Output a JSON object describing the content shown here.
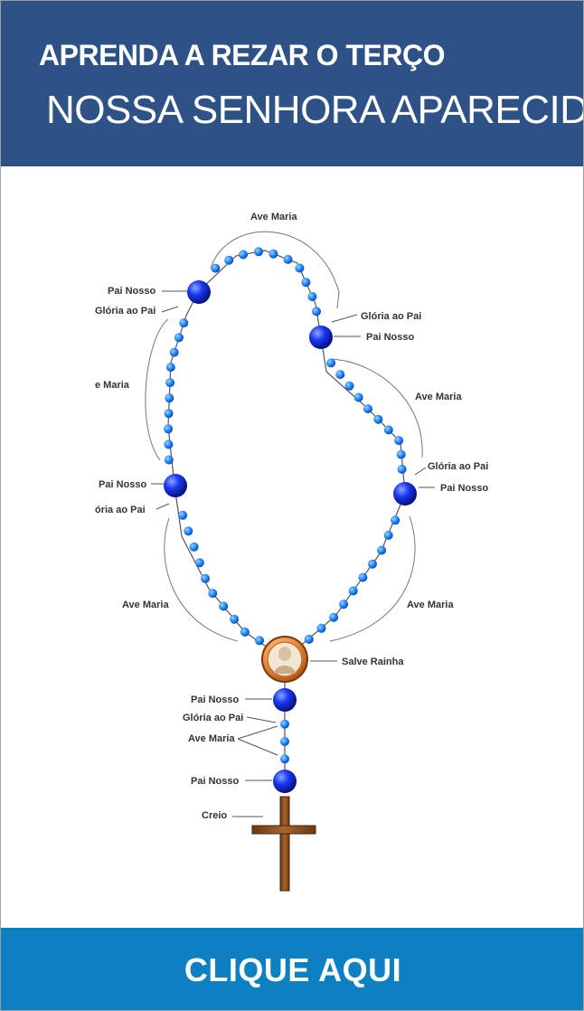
{
  "header": {
    "title_line1": "APRENDA A REZAR O TERÇO",
    "title_line2": "NOSSA SENHORA APARECIDA"
  },
  "diagram": {
    "labels": {
      "ave_top": "Ave Maria",
      "pai_nosso_left1": "Pai Nosso",
      "gloria_left1": "Glória ao Pai",
      "ave_left": "e Maria",
      "pai_nosso_left2": "Pai Nosso",
      "gloria_left2": "ória ao Pai",
      "ave_bottom_left": "Ave Maria",
      "gloria_right1": "Glória ao Pai",
      "pai_nosso_right1": "Pai Nosso",
      "ave_right": "Ave Maria",
      "gloria_right2": "Glória ao Pai",
      "pai_nosso_right2": "Pai Nosso",
      "ave_bottom_right": "Ave Maria",
      "salve_rainha": "Salve Rainha",
      "pai_nosso_tail1": "Pai Nosso",
      "gloria_tail": "Glória ao Pai",
      "ave_tail": "Ave Maria",
      "pai_nosso_tail2": "Pai Nosso",
      "creio": "Creio"
    }
  },
  "footer": {
    "button_label": "CLIQUE AQUI"
  },
  "colors": {
    "header_bg": "#2e5286",
    "footer_bg": "#0c80c0",
    "bead_small": "#2a8cff",
    "bead_large": "#0a1fd8",
    "medal": "#e8883c",
    "cross": "#8b5020"
  }
}
